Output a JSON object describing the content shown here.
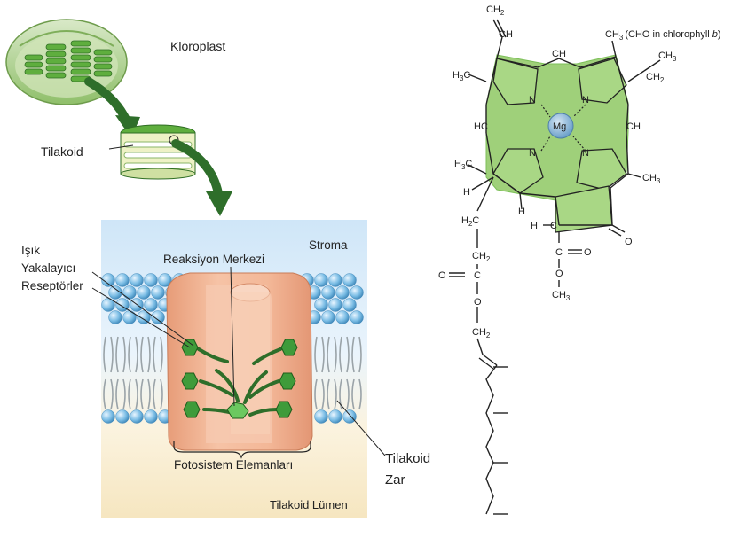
{
  "labels": {
    "chloroplast": "Kloroplast",
    "thylakoid": "Tilakoid",
    "stroma": "Stroma",
    "reaction_center": "Reaksiyon Merkezi",
    "light_receptors_line1": "Işık",
    "light_receptors_line2": "Yakalayıcı",
    "light_receptors_line3": "Reseptörler",
    "photosystem_elements": "Fotosistem Elemanları",
    "thylakoid_membrane_line1": "Tilakoid",
    "thylakoid_membrane_line2": "Zar",
    "thylakoid_lumen": "Tilakoid Lümen"
  },
  "molecule": {
    "metal": "Mg",
    "nitrogen": "N",
    "top_ch2": "CH",
    "top_ch2_sub": "2",
    "vinyl_ch": "CH",
    "methyl_top": "CH",
    "methyl_top_sub": "3",
    "methyl_note": "(CHO in chlorophyll ",
    "methyl_note_b": "b",
    "methyl_note_end": ")",
    "bridge_ch_top": "CH",
    "ethyl_ch3": "CH",
    "ethyl_ch3_sub": "3",
    "ethyl_ch2": "CH",
    "ethyl_ch2_sub": "2",
    "h3c_left": "H",
    "h3c_left_sub": "3",
    "h3c_left_c": "C",
    "hc_left": "HC",
    "ch_right": "CH",
    "h3c_lower": "H",
    "h3c_lower_sub": "3",
    "h3c_lower_c": "C",
    "ch3_right": "CH",
    "ch3_right_sub": "3",
    "h_left": "H",
    "h_right": "H",
    "h2c": "H",
    "h2c_sub": "2",
    "h2c_c": "C",
    "ch2_chain": "CH",
    "ch2_chain_sub": "2",
    "h_c": "H",
    "c_ring": "C",
    "o_ketone": "O",
    "c_ester2": "C",
    "o_ester2": "O",
    "o_ester2_single": "O",
    "ch3_ester": "CH",
    "ch3_ester_sub": "3",
    "o_ester": "O",
    "c_ester": "C",
    "o_link": "O",
    "ch2_phytyl": "CH",
    "ch2_phytyl_sub": "2"
  },
  "colors": {
    "porphyrin_fill": "#9fd07a",
    "porphyrin_dark": "#7cbf58",
    "mg_fill": "#8fb6d6",
    "protein_fill": "#f1b493",
    "chlorophyll_green": "#3f9b3a",
    "arrow_green": "#2e6e2a",
    "stroma_bg": "#dceefb",
    "lumen_bg": "#f6e8c7",
    "lipid_head": "#7bbde5"
  }
}
